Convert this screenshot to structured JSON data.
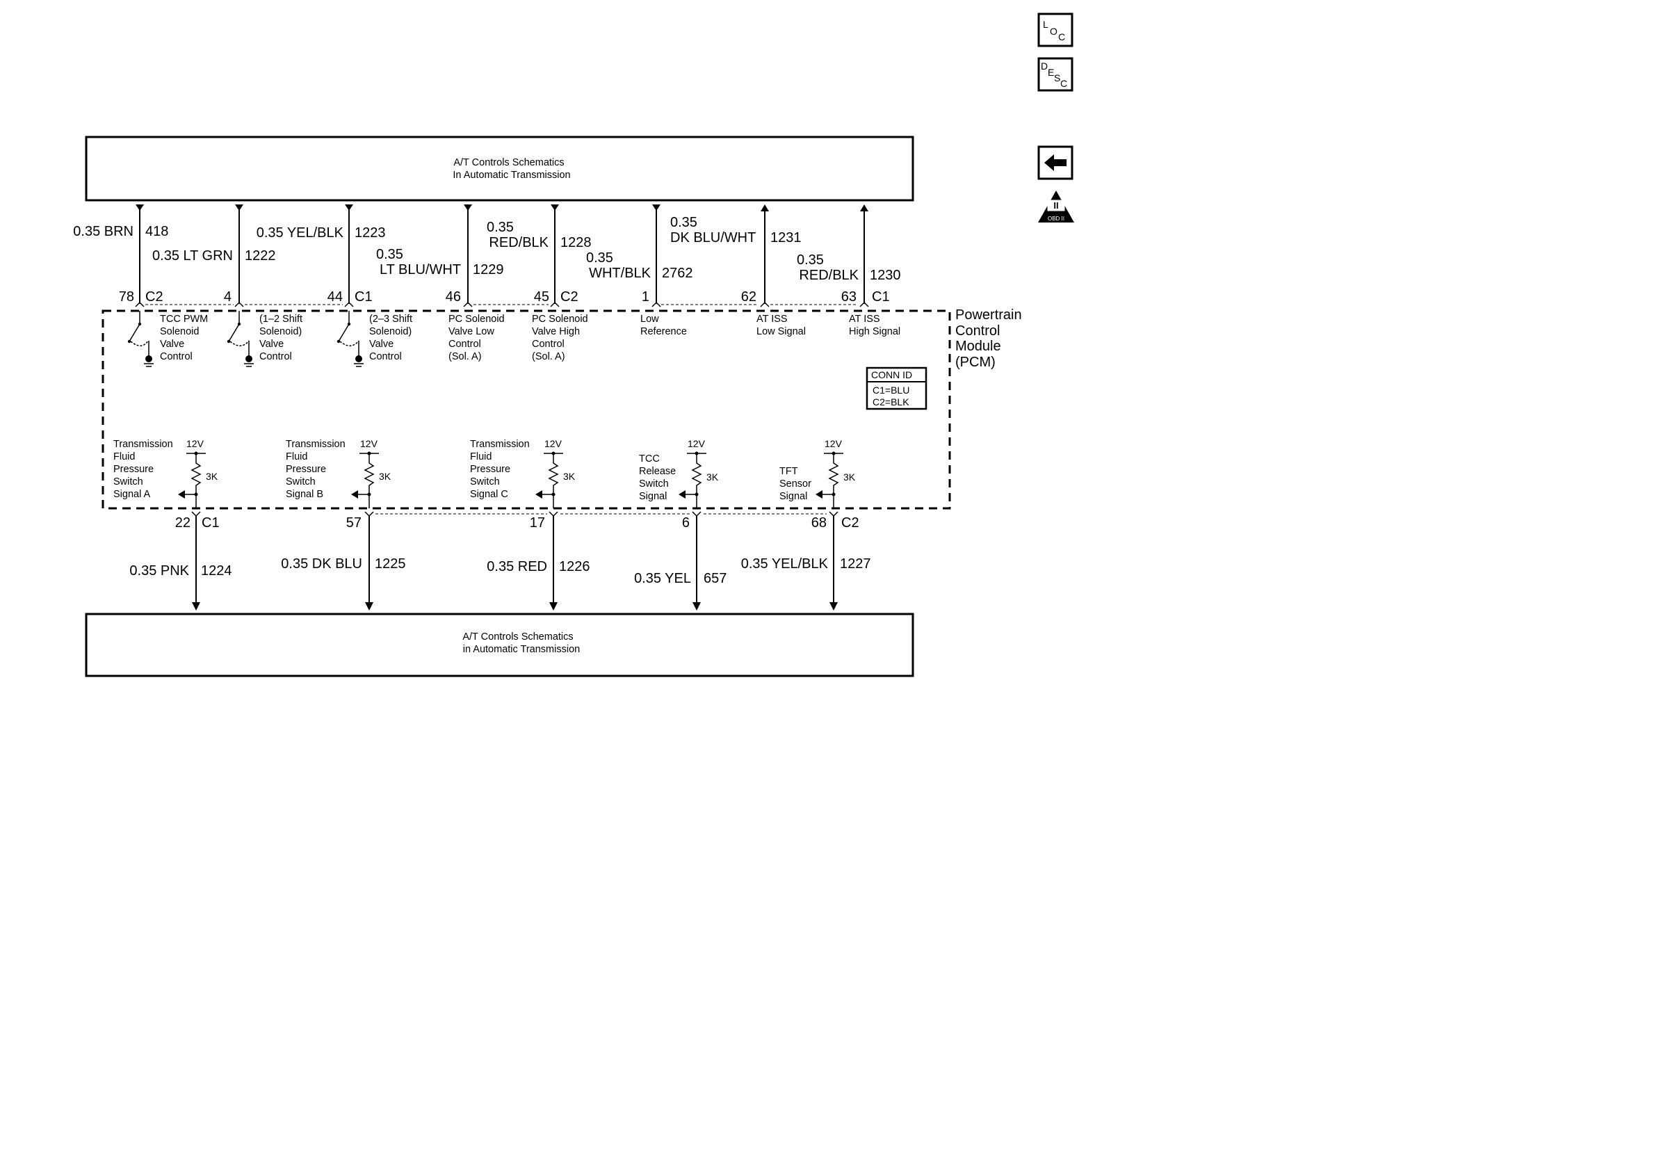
{
  "nav": {
    "loc_icon": "loc-icon",
    "loc": {
      "l1": "L",
      "l2": "O",
      "l3": "C"
    },
    "desc_icon": "desc-icon",
    "desc": {
      "l1": "D",
      "l2": "E",
      "l3": "S",
      "l4": "C"
    },
    "back_icon": "back-arrow-icon",
    "obd_icon": "obd-ii-icon",
    "obd": {
      "roman": "II",
      "caption": "OBD II"
    }
  },
  "top_box": {
    "line1": "A/T Controls Schematics",
    "line2": "In Automatic Transmission"
  },
  "bottom_box": {
    "line1": "A/T Controls Schematics",
    "line2": "in Automatic Transmission"
  },
  "pcm": {
    "label": [
      "Powertrain",
      "Control",
      "Module",
      "(PCM)"
    ],
    "conn_id": {
      "title": "CONN ID",
      "c1": "C1=BLU",
      "c2": "C2=BLK"
    }
  },
  "top_wires": [
    {
      "wire_lines": [
        "0.35 BRN"
      ],
      "circuit": "418",
      "pin": "78",
      "connector": "C2",
      "direction": "into-pcm",
      "function": [
        "TCC PWM",
        "Solenoid",
        "Valve",
        "Control"
      ],
      "switch": true
    },
    {
      "wire_lines": [
        "0.35 LT GRN"
      ],
      "circuit": "1222",
      "pin": "4",
      "connector": "",
      "direction": "into-pcm",
      "function": [
        "(1–2 Shift",
        "Solenoid)",
        "Valve",
        "Control"
      ],
      "switch": true
    },
    {
      "wire_lines": [
        "0.35 YEL/BLK"
      ],
      "circuit": "1223",
      "pin": "44",
      "connector": "C1",
      "direction": "into-pcm",
      "function": [
        "(2–3 Shift",
        "Solenoid)",
        "Valve",
        "Control"
      ],
      "switch": true
    },
    {
      "wire_lines": [
        "0.35",
        "LT BLU/WHT"
      ],
      "circuit": "1229",
      "pin": "46",
      "connector": "",
      "direction": "into-pcm",
      "function": [
        "PC Solenoid",
        "Valve Low",
        "Control",
        "(Sol. A)"
      ],
      "switch": false
    },
    {
      "wire_lines": [
        "0.35",
        "RED/BLK"
      ],
      "circuit": "1228",
      "pin": "45",
      "connector": "C2",
      "direction": "into-pcm",
      "function": [
        "PC Solenoid",
        "Valve High",
        "Control",
        "(Sol. A)"
      ],
      "switch": false
    },
    {
      "wire_lines": [
        "0.35",
        "WHT/BLK"
      ],
      "circuit": "2762",
      "pin": "1",
      "connector": "",
      "direction": "into-pcm",
      "function": [
        "Low",
        "Reference"
      ],
      "switch": false
    },
    {
      "wire_lines": [
        "0.35",
        "DK BLU/WHT"
      ],
      "circuit": "1231",
      "pin": "62",
      "connector": "",
      "direction": "out-of-pcm",
      "function": [
        "AT ISS",
        "Low Signal"
      ],
      "switch": false
    },
    {
      "wire_lines": [
        "0.35",
        "RED/BLK"
      ],
      "circuit": "1230",
      "pin": "63",
      "connector": "C1",
      "direction": "out-of-pcm",
      "function": [
        "AT ISS",
        "High Signal"
      ],
      "switch": false
    }
  ],
  "bottom_wires": [
    {
      "function": [
        "Transmission",
        "Fluid",
        "Pressure",
        "Switch",
        "Signal A"
      ],
      "voltage": "12V",
      "resistor": "3K",
      "pin": "22",
      "connector": "C1",
      "wire": "0.35 PNK",
      "circuit": "1224"
    },
    {
      "function": [
        "Transmission",
        "Fluid",
        "Pressure",
        "Switch",
        "Signal B"
      ],
      "voltage": "12V",
      "resistor": "3K",
      "pin": "57",
      "connector": "",
      "wire": "0.35 DK BLU",
      "circuit": "1225"
    },
    {
      "function": [
        "Transmission",
        "Fluid",
        "Pressure",
        "Switch",
        "Signal C"
      ],
      "voltage": "12V",
      "resistor": "3K",
      "pin": "17",
      "connector": "",
      "wire": "0.35 RED",
      "circuit": "1226"
    },
    {
      "function": [
        "TCC",
        "Release",
        "Switch",
        "Signal"
      ],
      "voltage": "12V",
      "resistor": "3K",
      "pin": "6",
      "connector": "",
      "wire": "0.35 YEL",
      "circuit": "657"
    },
    {
      "function": [
        "TFT",
        "Sensor",
        "Signal"
      ],
      "voltage": "12V",
      "resistor": "3K",
      "pin": "68",
      "connector": "C2",
      "wire": "0.35 YEL/BLK",
      "circuit": "1227"
    }
  ]
}
